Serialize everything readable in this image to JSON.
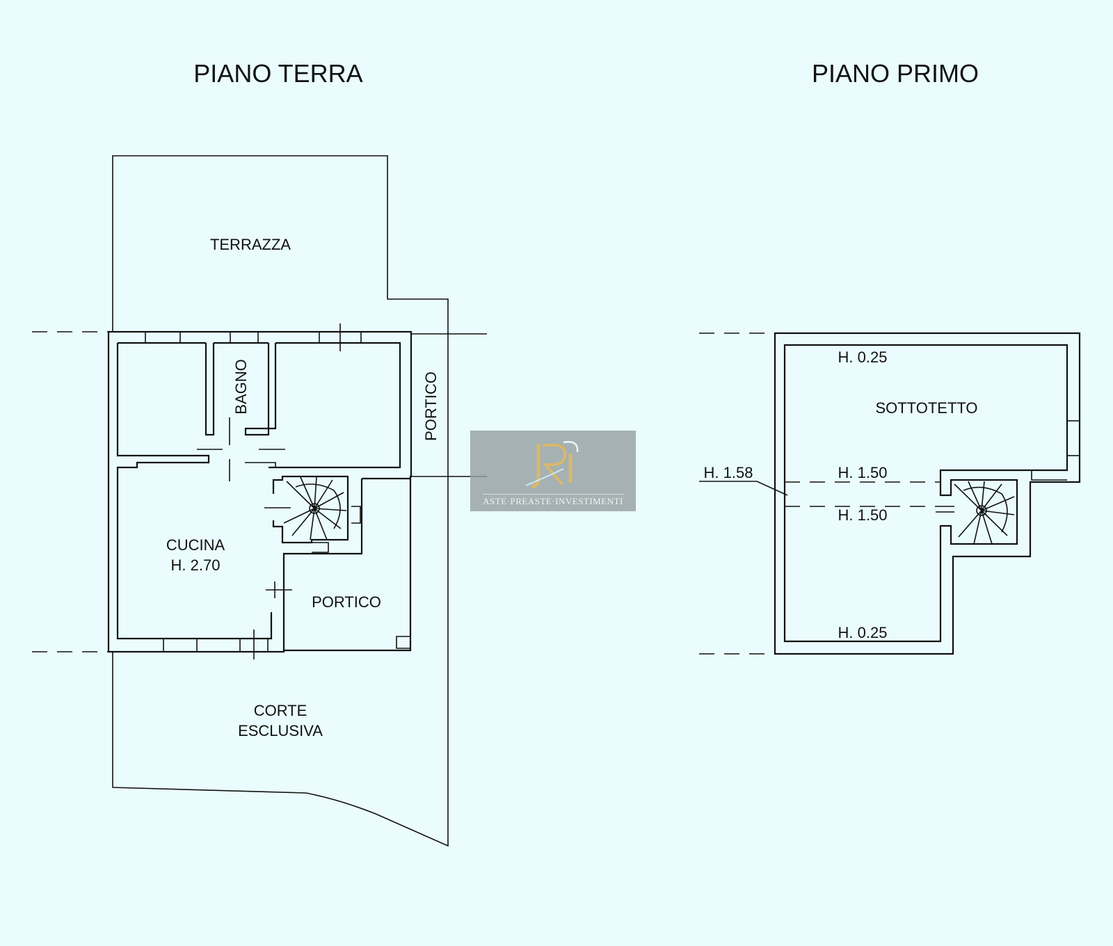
{
  "titles": {
    "ground_floor": "PIANO TERRA",
    "first_floor": "PIANO PRIMO"
  },
  "ground_floor": {
    "terrace": "TERRAZZA",
    "bathroom": "BAGNO",
    "portico_side": "PORTICO",
    "kitchen": "CUCINA",
    "kitchen_height": "H. 2.70",
    "portico": "PORTICO",
    "courtyard_line1": "CORTE",
    "courtyard_line2": "ESCLUSIVA"
  },
  "first_floor": {
    "attic": "SOTTOTETTO",
    "height_top": "H. 0.25",
    "height_left": "H. 1.58",
    "height_mid_upper": "H. 1.50",
    "height_mid_lower": "H. 1.50",
    "height_bottom": "H. 0.25"
  },
  "watermark": {
    "text": "ASTE·PREASTE·INVESTIMENTI",
    "logo_icon": "api-monogram-logo"
  },
  "colors": {
    "background": "#eafcfe",
    "lines": "#111111",
    "watermark_bg": "#969fa1",
    "logo_gold": "#d9b86a"
  }
}
